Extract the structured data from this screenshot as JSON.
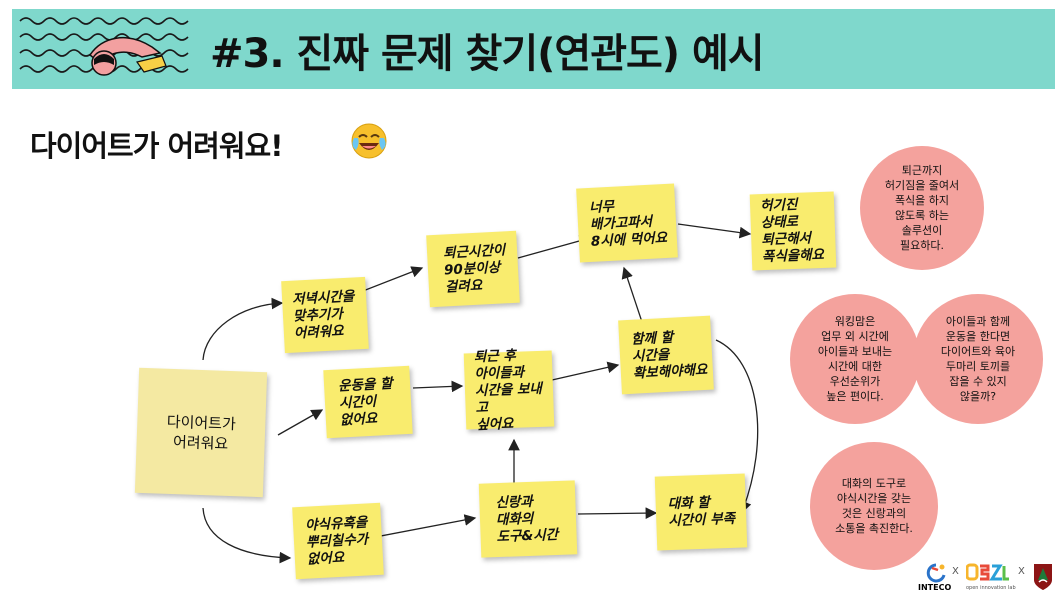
{
  "header": {
    "title": "#3. 진짜 문제 찾기(연관도) 예시",
    "background_color": "#7fd8cc"
  },
  "subtitle": {
    "text": "다이어트가 어려워요!",
    "emoji": "laughing-crying-emoji"
  },
  "notes": {
    "main": "다이어트가\n어려워요",
    "dinner_time": "저녁시간을\n맞추기가\n어려워요",
    "commute_time": "퇴근시간이\n90분이상\n걸려요",
    "too_hungry": "너무\n배가고파서\n8시에 먹어요",
    "binge": "허기진\n상태로\n퇴근해서\n폭식을해요",
    "no_exercise_time": "운동을 할\n시간이\n없어요",
    "time_after_work": "퇴근 후\n아이들과\n시간을 보내고\n싶어요",
    "need_time": "함께 할\n시간을\n확보해야해요",
    "late_snack": "야식유혹을\n뿌리칠수가\n없어요",
    "husband_talk": "신랑과\n대화의\n도구&시간",
    "no_talk_time": "대화 할\n시간이 부족"
  },
  "circles": {
    "c1": "퇴근까지\n허기짐을 줄여서\n폭식을 하지\n않도록 하는\n솔루션이\n필요하다.",
    "c2": "워킹맘은\n업무 외 시간에\n아이들과 보내는\n시간에 대한\n우선순위가\n높은 편이다.",
    "c3": "아이들과 함께\n운동을 한다면\n다이어트와 육아\n두마리 토끼를\n잡을 수 있지\n않을까?",
    "c4": "대화의 도구로\n야식시간을 갖는\n것은 신랑과의\n소통을 촉진한다."
  },
  "colors": {
    "sticky_note": "#f9ec6e",
    "main_note": "#f4e9a2",
    "circle": "#f4a29d"
  },
  "footer": {
    "logo1_label": "INTECO",
    "logo2_label": "open innovation lab",
    "separator": "X"
  }
}
